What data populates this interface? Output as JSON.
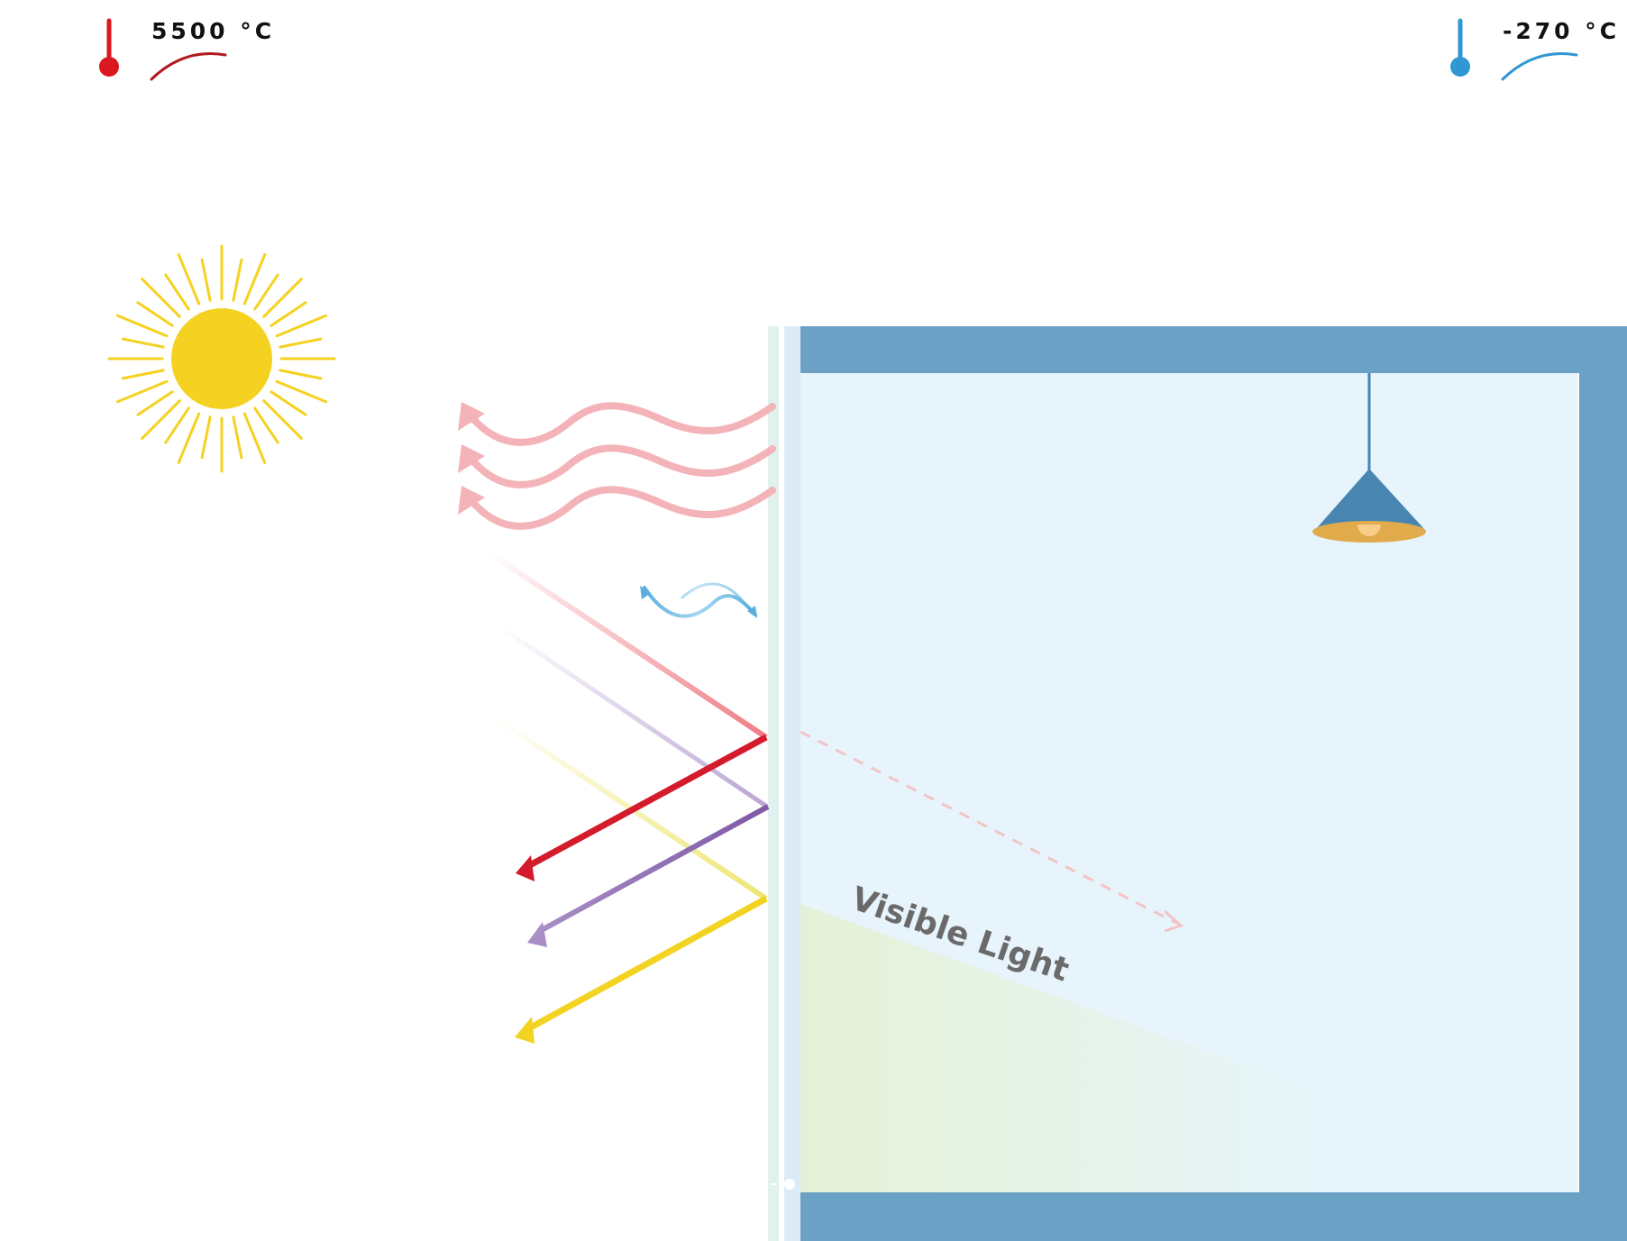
{
  "temperatures": {
    "hot": {
      "label": "5500 °C",
      "color": "#d9191f",
      "icon": "thermometer-hot-icon"
    },
    "cold": {
      "label": "-270 °C",
      "color": "#2e97d4",
      "icon": "thermometer-cold-icon"
    }
  },
  "light_label": "Visible Light",
  "colors": {
    "sun": "#f5d221",
    "room_frame": "#6aa1c5",
    "room_interior": "#e7f4fc",
    "glass_outer": "#e1f2ee",
    "glass_inner": "#dcebf8",
    "heat_waves": "#f4b3b8",
    "ray_red": "#d41b2c",
    "ray_purple": "#9a76b5",
    "ray_yellow": "#f3d322",
    "small_wave": "#5aaede",
    "lamp_shade": "#4886b1",
    "lamp_light": "#e1ab4b"
  },
  "icons": [
    "sun-icon",
    "pendant-lamp-icon",
    "thermometer-hot-icon",
    "thermometer-cold-icon"
  ]
}
